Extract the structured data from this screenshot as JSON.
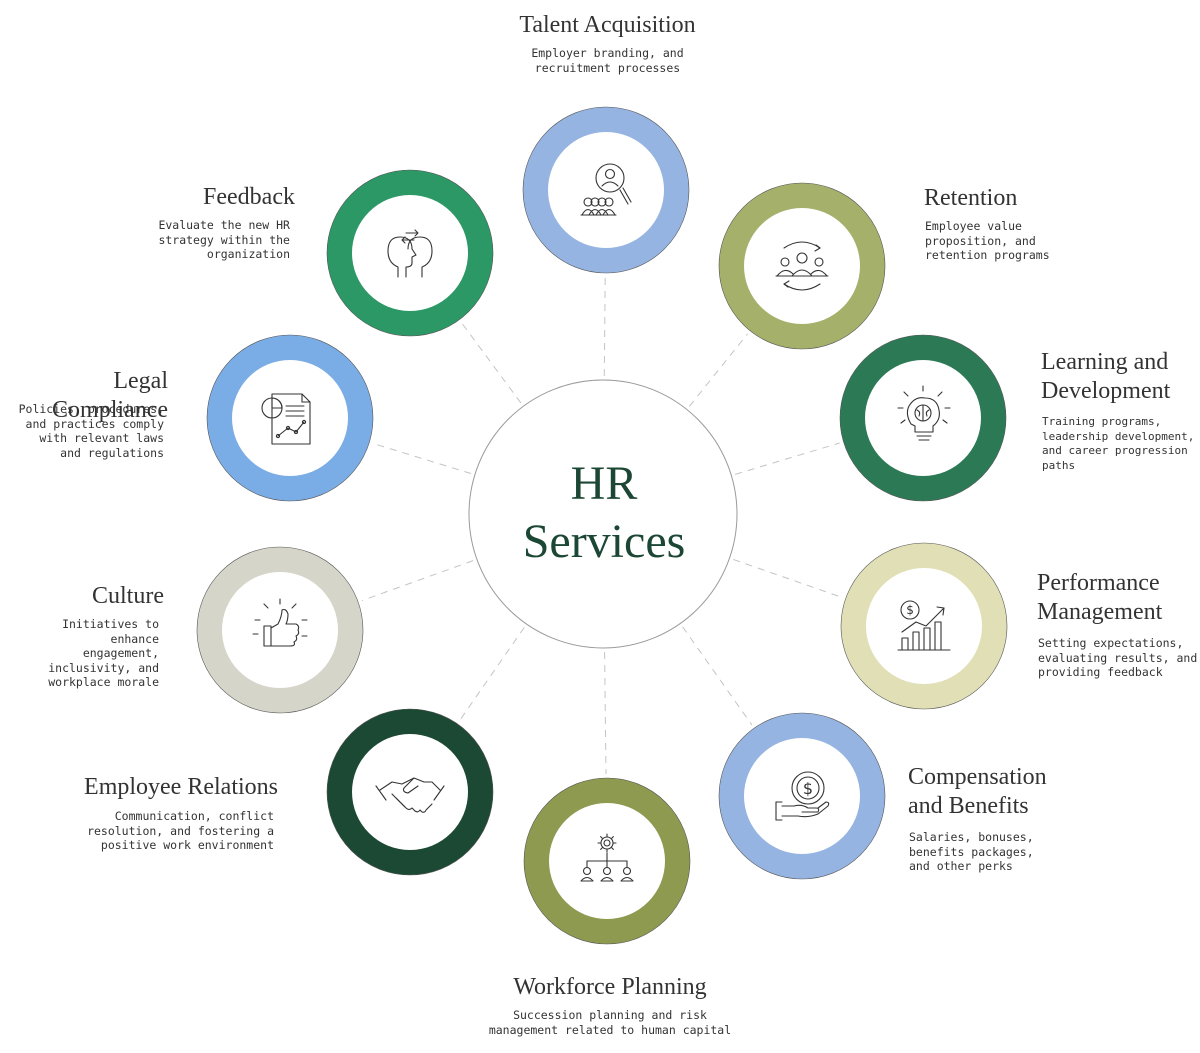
{
  "center": {
    "title": "HR\nServices"
  },
  "services": [
    {
      "id": "talent-acquisition",
      "title": "Talent Acquisition",
      "description": "Employer branding, and\nrecruitment processes",
      "ring_color": "#95b4e2",
      "icon": "search-person-icon"
    },
    {
      "id": "retention",
      "title": "Retention",
      "description": "Employee value\nproposition, and\nretention programs",
      "ring_color": "#a5b06b",
      "icon": "team-cycle-icon"
    },
    {
      "id": "learning-and-development",
      "title": "Learning and\nDevelopment",
      "description": "Training programs,\nleadership development,\nand career progression\npaths",
      "ring_color": "#2c7a55",
      "icon": "brain-bulb-icon"
    },
    {
      "id": "performance-management",
      "title": "Performance\nManagement",
      "description": "Setting expectations,\nevaluating results, and\nproviding feedback",
      "ring_color": "#e1dfb5",
      "icon": "growth-chart-icon"
    },
    {
      "id": "compensation-and-benefits",
      "title": "Compensation\nand Benefits",
      "description": "Salaries, bonuses,\nbenefits packages,\nand other perks",
      "ring_color": "#95b4e2",
      "icon": "coin-hand-icon"
    },
    {
      "id": "workforce-planning",
      "title": "Workforce Planning",
      "description": "Succession planning and risk\nmanagement related to human capital",
      "ring_color": "#8d9a50",
      "icon": "org-chart-icon"
    },
    {
      "id": "employee-relations",
      "title": "Employee Relations",
      "description": "Communication, conflict\nresolution, and fostering a\npositive work environment",
      "ring_color": "#1b4933",
      "icon": "handshake-icon"
    },
    {
      "id": "culture",
      "title": "Culture",
      "description": "Initiatives to enhance\nengagement,\ninclusivity, and\nworkplace morale",
      "ring_color": "#d6d5c9",
      "icon": "thumbs-up-icon"
    },
    {
      "id": "legal-compliance",
      "title": "Legal Compliance",
      "description": "Policies, procedures,\nand practices comply\nwith relevant laws\nand regulations",
      "ring_color": "#7aace5",
      "icon": "document-chart-icon"
    },
    {
      "id": "feedback",
      "title": "Feedback",
      "description": "Evaluate the new HR\nstrategy within the\norganization",
      "ring_color": "#2b9866",
      "icon": "two-heads-icon"
    }
  ]
}
